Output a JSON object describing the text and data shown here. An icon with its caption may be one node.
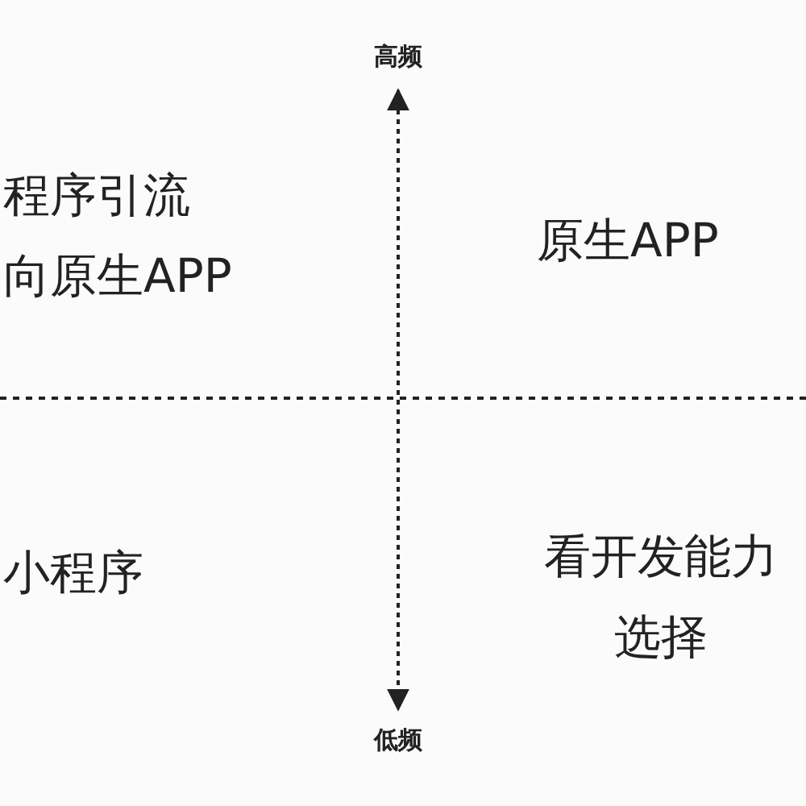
{
  "diagram": {
    "labels": [
      "高频",
      "程序引流向原生APP",
      "原生APP",
      "小程序",
      "看开发能力选择",
      "低频"
    ]
  }
}
